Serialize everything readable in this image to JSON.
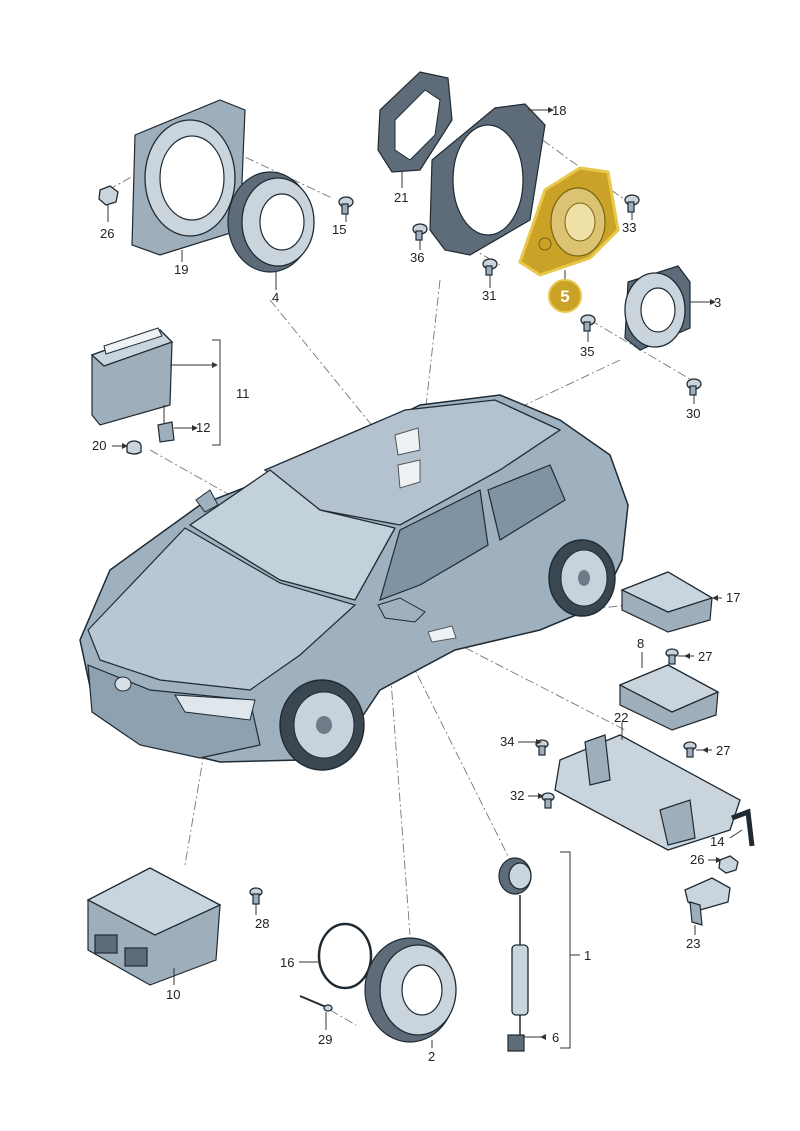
{
  "callouts": {
    "c1": "1",
    "c2": "2",
    "c3": "3",
    "c4": "4",
    "c5": "5",
    "c6": "6",
    "c8": "8",
    "c10": "10",
    "c11": "11",
    "c12": "12",
    "c14": "14",
    "c15": "15",
    "c16": "16",
    "c17": "17",
    "c18": "18",
    "c19": "19",
    "c20": "20",
    "c21": "21",
    "c22": "22",
    "c23": "23",
    "c26a": "26",
    "c26b": "26",
    "c27a": "27",
    "c27b": "27",
    "c28": "28",
    "c29": "29",
    "c30": "30",
    "c31": "31",
    "c32": "32",
    "c33": "33",
    "c34": "34",
    "c35": "35",
    "c36": "36"
  },
  "highlight": {
    "part_number": "5",
    "color": "#c9a227",
    "outline": "#e7c84a"
  },
  "colors": {
    "car_body": "#9fb1bf",
    "car_glass": "#c3d1db",
    "parts": "#c9d4dc",
    "lines": "#1f2a33"
  }
}
